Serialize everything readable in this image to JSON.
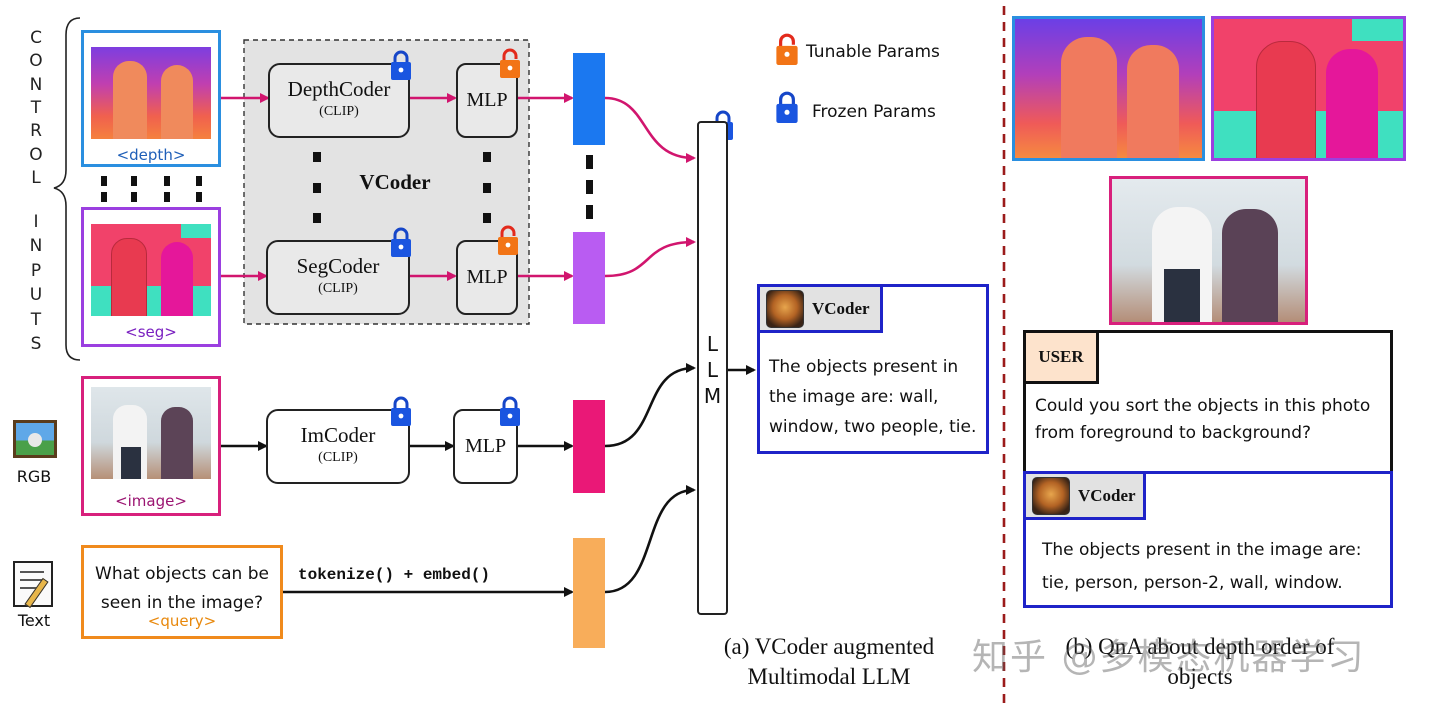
{
  "control_inputs": {
    "letters_top": [
      "C",
      "O",
      "N",
      "T",
      "R",
      "O",
      "L"
    ],
    "letters_bottom": [
      "I",
      "N",
      "P",
      "U",
      "T",
      "S"
    ]
  },
  "inputs": {
    "depth_tag": "<depth>",
    "seg_tag": "<seg>",
    "image_tag": "<image>",
    "rgb_label": "RGB",
    "text_label": "Text",
    "query_text": "What objects can be seen in the image?",
    "query_tag": "<query>"
  },
  "encoders": {
    "depth_title": "DepthCoder",
    "depth_sub": "(CLIP)",
    "seg_title": "SegCoder",
    "seg_sub": "(CLIP)",
    "im_title": "ImCoder",
    "im_sub": "(CLIP)",
    "mlp_label": "MLP",
    "group_label": "VCoder"
  },
  "tokenize_label": "tokenize() + embed()",
  "llm_label": [
    "L",
    "L",
    "M"
  ],
  "legend": {
    "tunable": "Tunable Params",
    "frozen": "Frozen Params"
  },
  "output": {
    "name": "VCoder",
    "text": "The objects present in the image are: wall, window, two people, tie."
  },
  "caption_a": [
    "(a) VCoder augmented",
    "Multimodal LLM"
  ],
  "right_panel": {
    "user_tag": "USER",
    "user_text": "Could you sort the objects in this photo from foreground to background?",
    "bot_name": "VCoder",
    "bot_text": "The objects present in the image are: tie, person, person-2, wall, window.",
    "caption_b": [
      "(b) QnA about depth order of",
      "objects"
    ],
    "watermark": "知乎 @多模态机器学习"
  },
  "colors": {
    "depth_frame": "#2a8fe0",
    "seg_frame": "#9b3fe0",
    "image_frame": "#d8207c",
    "query_frame": "#f08a1c",
    "bar_blue": "#1b78f0",
    "bar_purple": "#b95cf2",
    "bar_pink": "#ea1877",
    "bar_orange": "#f8ad5a",
    "arrow_pink": "#d1156e",
    "chat_blue": "#1f23c8",
    "divider": "#9b1b1b"
  }
}
